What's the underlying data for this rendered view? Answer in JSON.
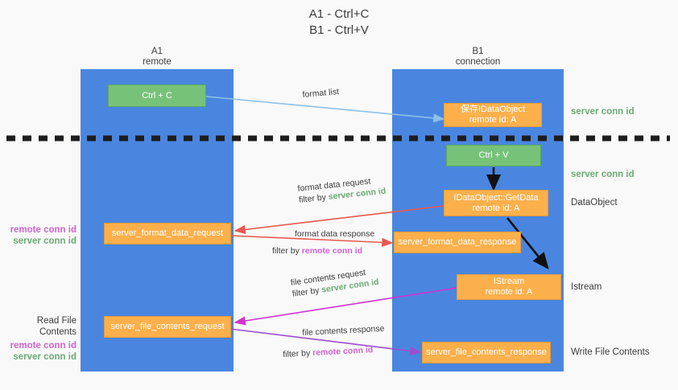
{
  "title": {
    "line1": "A1 - Ctrl+C",
    "line2": "B1 - Ctrl+V"
  },
  "colors": {
    "column": "#4a86e0",
    "node_green": "#77c279",
    "node_orange": "#fbb04c",
    "server_conn": "#6aaa74",
    "remote_conn": "#cf63cf",
    "arrow_lightblue": "#8ec0e8",
    "arrow_red": "#e8584f",
    "arrow_magenta": "#cf34cf",
    "arrow_purple": "#9b4ed0",
    "arrow_black": "#000000",
    "background": "#f9f9f9"
  },
  "columns": [
    {
      "name": "A1",
      "subtitle": "remote"
    },
    {
      "name": "B1",
      "subtitle": "connection"
    }
  ],
  "nodes": {
    "ctrl_c": "Ctrl + C",
    "ctrl_v": "Ctrl + V",
    "save_idataobject_line1": "保存IDataObject",
    "save_idataobject_line2": "remote id: A",
    "getdata_line1": "IDataObject::GetData",
    "getdata_line2": "remote id: A",
    "istream_line1": "IStream",
    "istream_line2": "remote id: A",
    "server_format_data_request": "server_format_data_request",
    "server_format_data_response": "server_format_data_response",
    "server_file_contents_request": "server_file_contents_request",
    "server_file_contents_response": "server_file_contents_response"
  },
  "edge_labels": {
    "format_list": "format list",
    "format_data_request": "format data request",
    "format_data_request_filter_prefix": "filter by ",
    "format_data_request_filter_value": "server conn id",
    "format_data_response": "format data response",
    "format_data_response_filter_prefix": "filter by ",
    "format_data_response_filter_value": "remote conn id",
    "file_contents_request": "file contents request",
    "file_contents_request_filter_prefix": "filter by ",
    "file_contents_request_filter_value": "server conn id",
    "file_contents_response": "file contents response",
    "file_contents_response_filter_prefix": "filter by ",
    "file_contents_response_filter_value": "remote conn id"
  },
  "right_labels": {
    "server_conn_id_top": "server conn id",
    "server_conn_id_mid": "server conn id",
    "data_object": "DataObject",
    "istream": "Istream",
    "write_file_contents": "Write File Contents"
  },
  "left_labels": {
    "format_remote_conn_id": "remote conn id",
    "format_server_conn_id": "server conn id",
    "read_file_contents": "Read File Contents",
    "file_remote_conn_id": "remote conn id",
    "file_server_conn_id": "server conn id"
  }
}
